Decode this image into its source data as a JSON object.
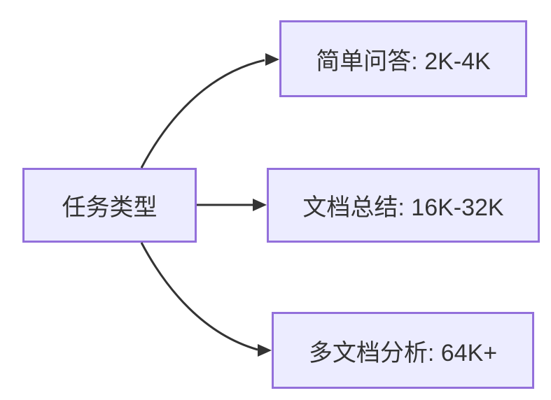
{
  "diagram": {
    "type": "flowchart-left-to-right",
    "root": {
      "id": "task-type",
      "label": "任务类型"
    },
    "children": [
      {
        "id": "simple-qa",
        "label": "简单问答: 2K-4K"
      },
      {
        "id": "doc-summary",
        "label": "文档总结: 16K-32K"
      },
      {
        "id": "multi-doc-analysis",
        "label": "多文档分析: 64K+"
      }
    ],
    "edges": [
      {
        "from": "task-type",
        "to": "simple-qa"
      },
      {
        "from": "task-type",
        "to": "doc-summary"
      },
      {
        "from": "task-type",
        "to": "multi-doc-analysis"
      }
    ],
    "colors": {
      "node_fill": "#ECECFF",
      "node_border": "#9370DB",
      "edge_stroke": "#333333",
      "text": "#333333",
      "background": "#FFFFFF"
    }
  }
}
